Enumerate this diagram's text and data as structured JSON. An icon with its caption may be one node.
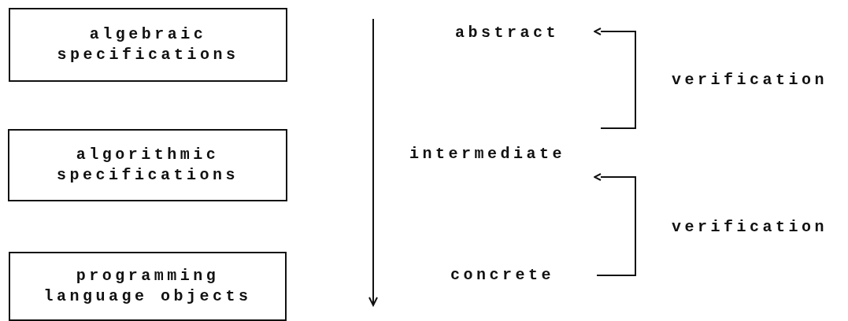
{
  "diagram": {
    "nodes": [
      {
        "text": [
          "algebraic specifications"
        ]
      },
      {
        "text": [
          "algorithmic specifications"
        ]
      },
      {
        "text": [
          "programming language objects"
        ]
      },
      {
        "text": [
          "abstract"
        ]
      },
      {
        "text": [
          "intermediate"
        ]
      },
      {
        "text": [
          "concrete"
        ]
      }
    ],
    "edges": [
      {
        "from": 4,
        "to": 3,
        "arrow": "to",
        "label": "verification"
      },
      {
        "from": 5,
        "to": 4,
        "arrow": "to",
        "label": "verification"
      }
    ]
  }
}
